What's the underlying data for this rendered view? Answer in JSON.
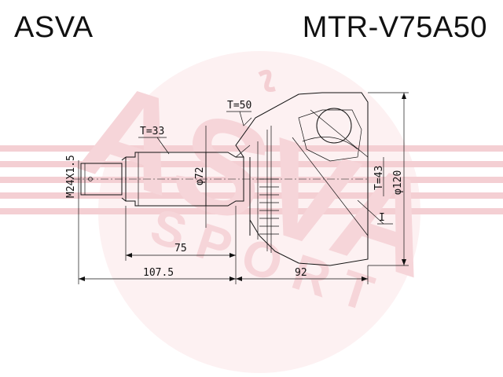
{
  "header": {
    "brand": "ASVA",
    "part_number": "MTR-V75A50"
  },
  "watermark": {
    "logo_text": "ASVA",
    "sub_text": "SPORT",
    "color": "#f4cfd3"
  },
  "labels": {
    "thread": "M24X1.5",
    "spline_teeth": "T=33",
    "shaft_diameter": "φ72",
    "abs_teeth": "T=50",
    "inner_teeth": "T=43",
    "outer_diameter": "φ120",
    "marker": "I",
    "length_75": "75",
    "length_107": "107.5",
    "length_92": "92"
  }
}
